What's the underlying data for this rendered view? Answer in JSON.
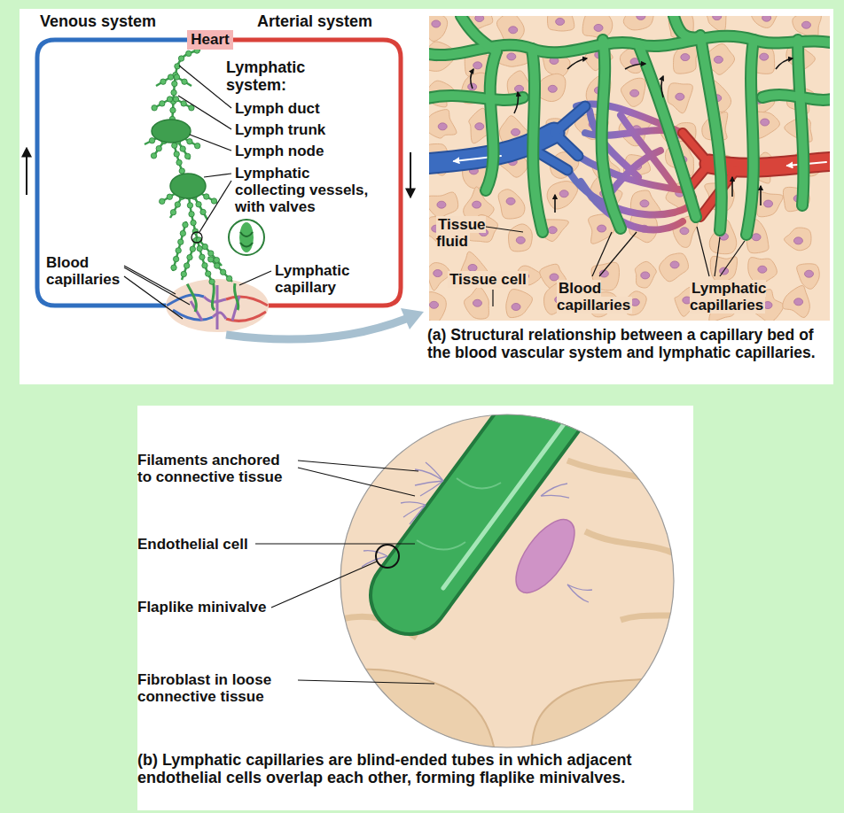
{
  "diagram": {
    "nodes": [
      {
        "text": [
          "Heart"
        ]
      }
    ],
    "labels": [
      "Venous system",
      "Arterial system",
      "Lymphatic system:",
      "Lymph duct",
      "Lymph trunk",
      "Lymph node",
      "Lymphatic collecting vessels, with valves",
      "Blood capillaries",
      "Lymphatic capillary",
      "Tissue fluid",
      "Tissue cell",
      "Blood capillaries",
      "Lymphatic capillaries",
      "(a) Structural relationship between a capillary bed of the blood vascular system and lymphatic capillaries.",
      "Filaments anchored to connective tissue",
      "Endothelial cell",
      "Flaplike minivalve",
      "Fibroblast in loose connective tissue",
      "(b) Lymphatic capillaries are blind-ended tubes in which adjacent endothelial cells overlap each other, forming flaplike minivalves."
    ]
  }
}
